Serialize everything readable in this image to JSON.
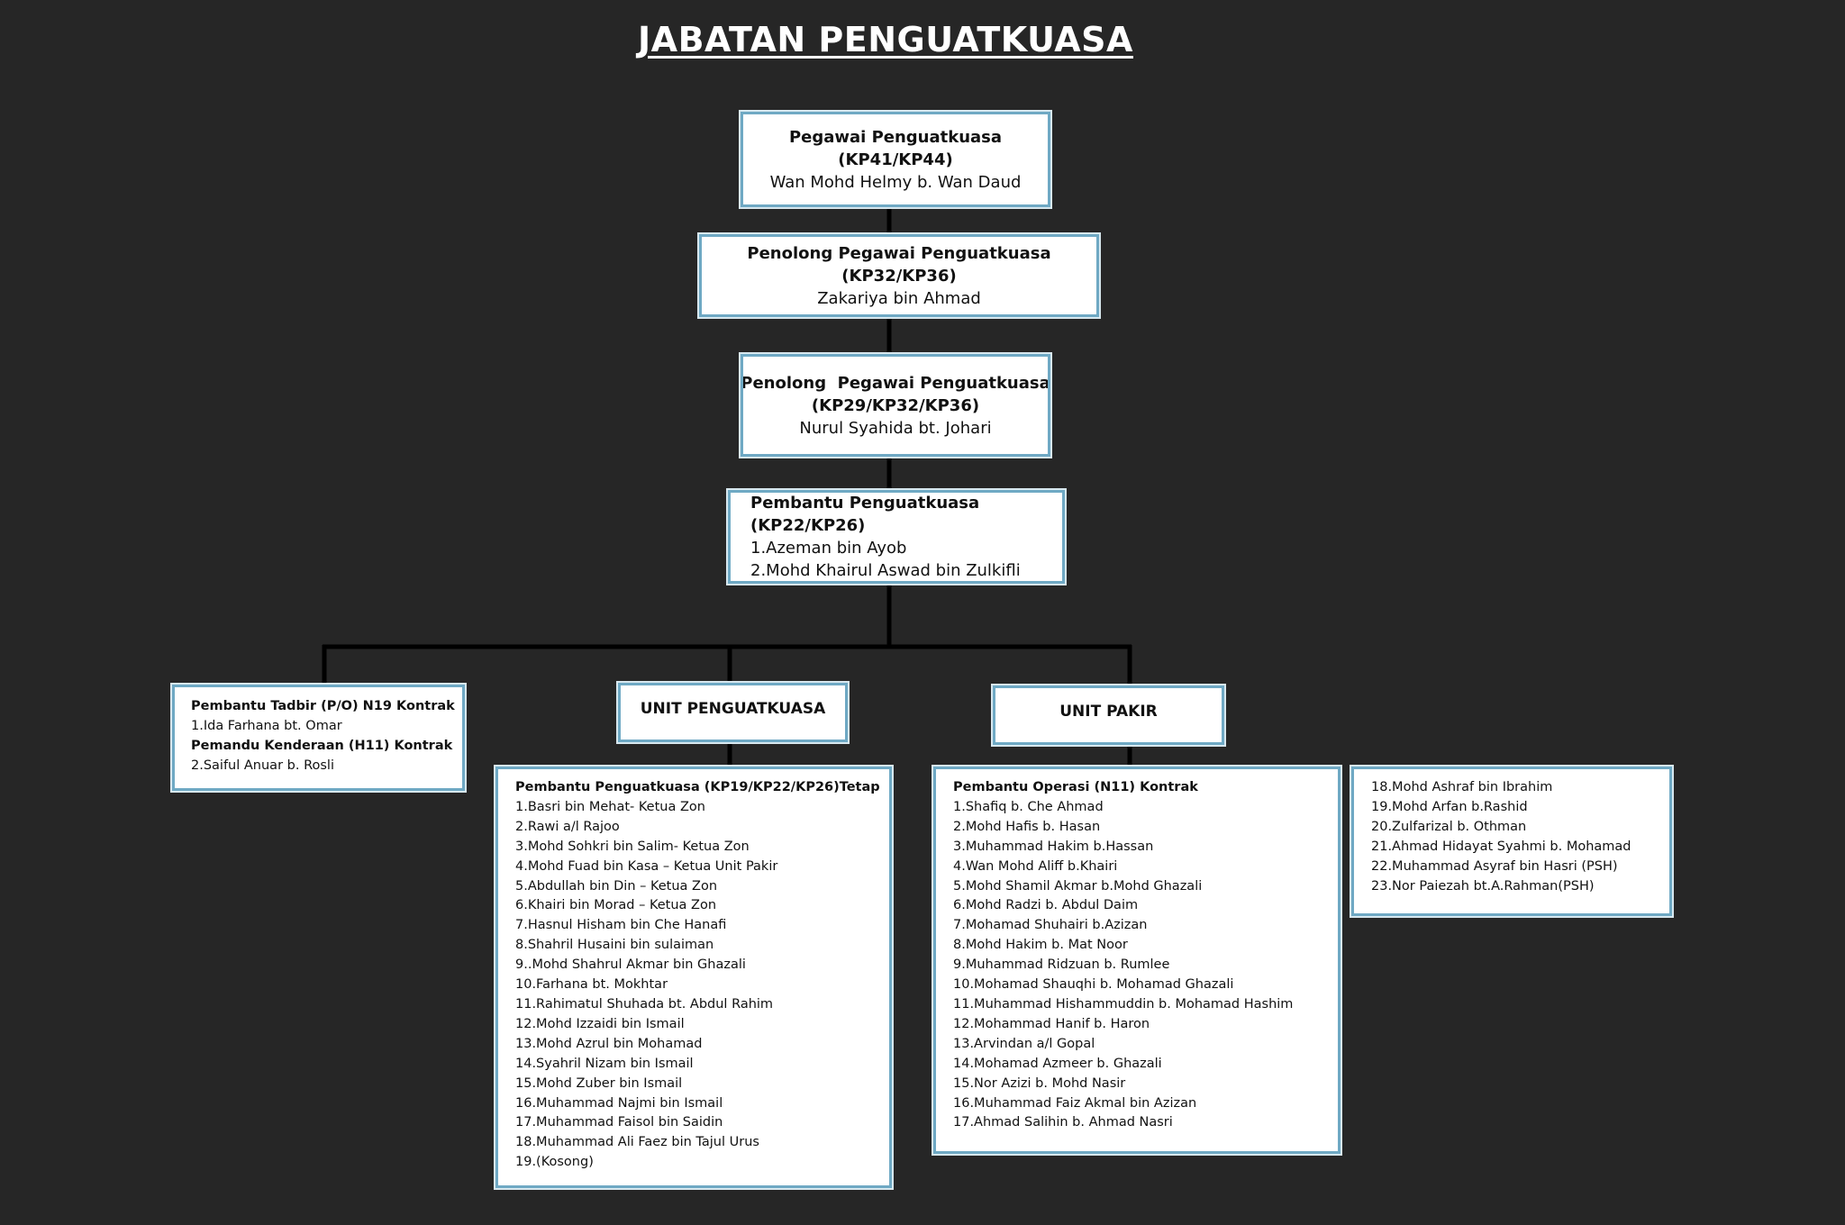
{
  "title": "JABATAN PENGUATKUASA",
  "colors": {
    "background": "#262626",
    "box_border": "#6fa9c4",
    "line": "#000000"
  },
  "top": {
    "role": "Pegawai Penguatkuasa",
    "grade": "(KP41/KP44)",
    "name": "Wan Mohd Helmy b. Wan Daud"
  },
  "assistant1": {
    "role": "Penolong Pegawai Penguatkuasa (KP32/KP36)",
    "name": "Zakariya bin Ahmad"
  },
  "assistant2": {
    "role": "Penolong  Pegawai Penguatkuasa",
    "grade": "(KP29/KP32/KP36)",
    "name": "Nurul Syahida bt. Johari"
  },
  "pembantu": {
    "role": "Pembantu Penguatkuasa (KP22/KP26)",
    "names": [
      "1.Azeman bin Ayob",
      "2.Mohd Khairul Aswad bin Zulkifli"
    ]
  },
  "admin": {
    "role1": "Pembantu Tadbir (P/O) N19 Kontrak",
    "name1": "1.Ida Farhana bt. Omar",
    "role2": "Pemandu Kenderaan (H11) Kontrak",
    "name2": "2.Saiful Anuar b. Rosli"
  },
  "unit_penguatkuasa": {
    "label": "UNIT PENGUATKUASA",
    "list_title": "Pembantu Penguatkuasa (KP19/KP22/KP26)Tetap",
    "members": [
      "1.Basri bin Mehat- Ketua Zon",
      "2.Rawi a/l Rajoo",
      "3.Mohd Sohkri bin Salim- Ketua Zon",
      "4.Mohd Fuad bin Kasa – Ketua Unit Pakir",
      "5.Abdullah bin Din – Ketua Zon",
      "6.Khairi bin Morad – Ketua Zon",
      "7.Hasnul Hisham bin Che Hanafi",
      "8.Shahril Husaini bin sulaiman",
      "9..Mohd Shahrul Akmar bin Ghazali",
      "10.Farhana bt. Mokhtar",
      "11.Rahimatul Shuhada bt. Abdul Rahim",
      "12.Mohd Izzaidi bin Ismail",
      "13.Mohd Azrul bin Mohamad",
      "14.Syahril Nizam bin Ismail",
      "15.Mohd Zuber bin Ismail",
      "16.Muhammad Najmi bin Ismail",
      "17.Muhammad Faisol bin Saidin",
      "18.Muhammad Ali Faez bin Tajul Urus",
      "19.(Kosong)"
    ]
  },
  "unit_pakir": {
    "label": "UNIT PAKIR",
    "list_title": "Pembantu Operasi (N11) Kontrak",
    "members": [
      "1.Shafiq b. Che Ahmad",
      "2.Mohd Hafis b. Hasan",
      "3.Muhammad Hakim b.Hassan",
      "4.Wan Mohd Aliff b.Khairi",
      "5.Mohd Shamil Akmar b.Mohd Ghazali",
      "6.Mohd Radzi b. Abdul Daim",
      "7.Mohamad Shuhairi b.Azizan",
      "8.Mohd Hakim b. Mat Noor",
      "9.Muhammad Ridzuan b. Rumlee",
      "10.Mohamad Shauqhi b. Mohamad Ghazali",
      "11.Muhammad Hishammuddin b. Mohamad Hashim",
      "12.Mohammad Hanif b. Haron",
      "13.Arvindan a/l Gopal",
      "14.Mohamad Azmeer b. Ghazali",
      "15.Nor Azizi b. Mohd Nasir",
      "16.Muhammad Faiz Akmal bin Azizan",
      "17.Ahmad Salihin b. Ahmad Nasri"
    ],
    "members_continued": [
      "18.Mohd Ashraf bin Ibrahim",
      "19.Mohd Arfan b.Rashid",
      "20.Zulfarizal b. Othman",
      "21.Ahmad Hidayat Syahmi b. Mohamad",
      "22.Muhammad Asyraf bin Hasri (PSH)",
      "23.Nor Paiezah bt.A.Rahman(PSH)"
    ]
  }
}
